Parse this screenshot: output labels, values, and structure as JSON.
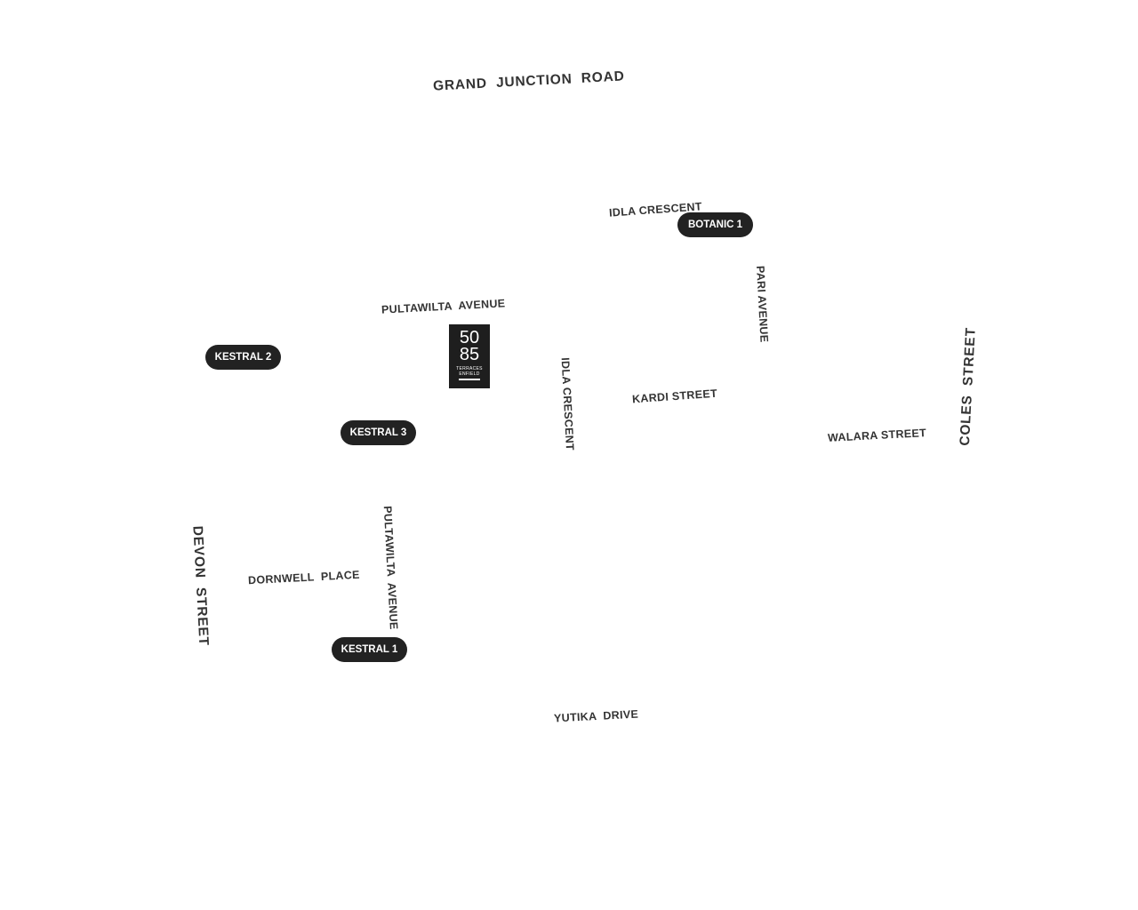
{
  "streets": {
    "grand_junction_road": "GRAND  JUNCTION  ROAD",
    "idla_crescent_top": "IDLA CRESCENT",
    "pultawilta_avenue_top": "PULTAWILTA  AVENUE",
    "pari_avenue": "PARI AVENUE",
    "coles_street": "COLES  STREET",
    "idla_crescent_mid": "IDLA CRESCENT",
    "kardi_street": "KARDI STREET",
    "walara_street": "WALARA STREET",
    "devon_street": "DEVON  STREET",
    "dornwell_place": "DORNWELL  PLACE",
    "pultawilta_avenue_bottom": "PULTAWILTA  AVENUE",
    "yutika_drive": "YUTIKA  DRIVE"
  },
  "markers": {
    "botanic_1": "BOTANIC 1",
    "kestral_2": "KESTRAL 2",
    "kestral_3": "KESTRAL 3",
    "kestral_1": "KESTRAL 1"
  },
  "logo": {
    "line1": "50",
    "line2": "85",
    "line3": "TERRACES",
    "line4": "ENFIELD"
  },
  "colors": {
    "street_text": "#333333",
    "marker_bg": "#222222",
    "marker_text": "#ffffff",
    "background": "#ffffff"
  }
}
